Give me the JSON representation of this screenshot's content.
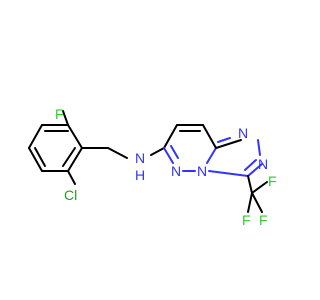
{
  "molecule": {
    "colors": {
      "bond": "#000000",
      "nitrogen": "#3333ff",
      "fluorine": "#33cc33",
      "chlorine": "#1fa01f",
      "background": "#ffffff"
    },
    "atoms": {
      "f_ring": "F",
      "cl": "Cl",
      "n_amine": "N",
      "h_amine": "H",
      "n_pyridazine": "N",
      "n_bridge": "N",
      "n_triazole_top": "N",
      "n_triazole_right": "N",
      "f_cf3_top": "F",
      "f_cf3_right": "F",
      "f_cf3_bottom": "F"
    }
  }
}
